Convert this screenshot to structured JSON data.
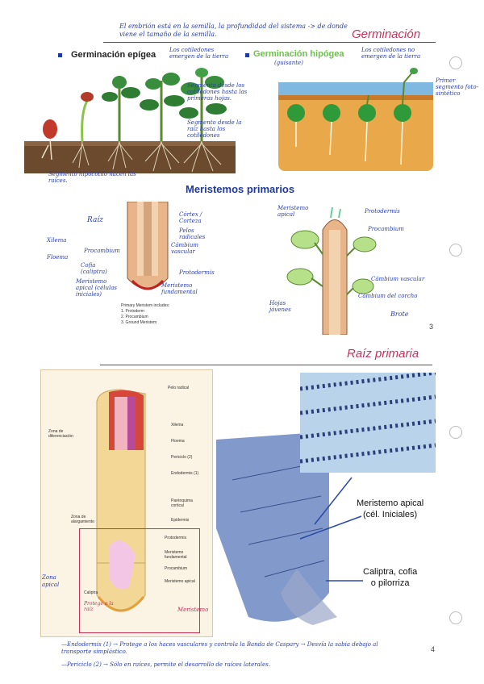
{
  "page3": {
    "top_note": "El embrión está en la semilla, la profundidad del sistema -> de donde viene el tamaño de la semilla.",
    "section_title": "Germinación",
    "epigea_title": "Germinación epígea",
    "epigea_note": "Los cotiledones emergen de la tierra",
    "hipogea_title": "Germinación hipógea",
    "hipogea_subnote": "(guisante)",
    "hipogea_note": "Los cotiledones no emergen de la tierra",
    "epigea_annot_1": "Segmento desde los cotiledones hasta las primeras hojas.",
    "epigea_annot_2": "Segmento desde la raíz hasta los cotiledones",
    "epigea_annot_3": "Segmento hipocotilo nacen las raíces.",
    "hipogea_annot": "Primer segmento foto-sintético",
    "meristemos_title": "Meristemos primarios",
    "root_label": "Raíz",
    "xilema": "Xilema",
    "floema": "Floema",
    "procambium": "Procambium",
    "cofia": "Cofia (caliptra)",
    "meristemo_apical": "Meristemo apical (células iniciales)",
    "cortex": "Córtex / Corteza",
    "pelos": "Pelos radicales",
    "cambium_vascular": "Cámbium vascular",
    "protodermis": "Protodermis",
    "meristemo_fund": "Meristemo fundamental",
    "caption_lines": [
      "Primary Meristem includes:",
      "1. Protoderm",
      "2. Procambium",
      "3. Ground Meristem"
    ],
    "stem_meristemo": "Meristemo apical",
    "stem_protodermis": "Protodermis",
    "stem_procambium": "Procambium",
    "stem_cambium": "Cámbium vascular",
    "stem_hojas": "Hojas jóvenes",
    "stem_cambium_corcho": "Cámbium del corcho",
    "stem_brote": "Brote",
    "page_number": "3"
  },
  "page4": {
    "section_title": "Raíz primaria",
    "labels": {
      "pelo_radical": "Pelo radical",
      "zona_dif": "Zona de diferenciación",
      "xilema": "Xilema",
      "floema": "Floema",
      "periciclo": "Periciclo (2)",
      "endodermis": "Endodermis (1)",
      "parenquima": "Parénquima cortical",
      "epidermis": "Epidermis",
      "zona_alarg": "Zona de alargamiento",
      "protodermis": "Protodermis",
      "meristemo_fund": "Meristemo fundamental",
      "procambium": "Procambium",
      "meristemo_apical": "Meristemo apical",
      "caliptra": "Caliptra",
      "zona_apical": "Zona apical",
      "protege": "Protege a la raíz",
      "meristemo_hand": "Meristemo"
    },
    "micro_label_1": "Meristemo apical\n(cél. Iniciales)",
    "micro_label_2": "Caliptra, cofia\no pilorriza",
    "footnote_1": "—Endodermis (1) → Protege a los haces vasculares y controla la Banda de Caspary → Desvía la sabia debajo al transporte simplástico.",
    "footnote_2": "—Periciclo (2) → Sólo en raíces, permite el desarrollo de raíces laterales.",
    "page_number": "4"
  },
  "colors": {
    "accent_red": "#c8325a",
    "title_blue": "#1f3a9a",
    "hand_blue": "#2a3fa8"
  }
}
